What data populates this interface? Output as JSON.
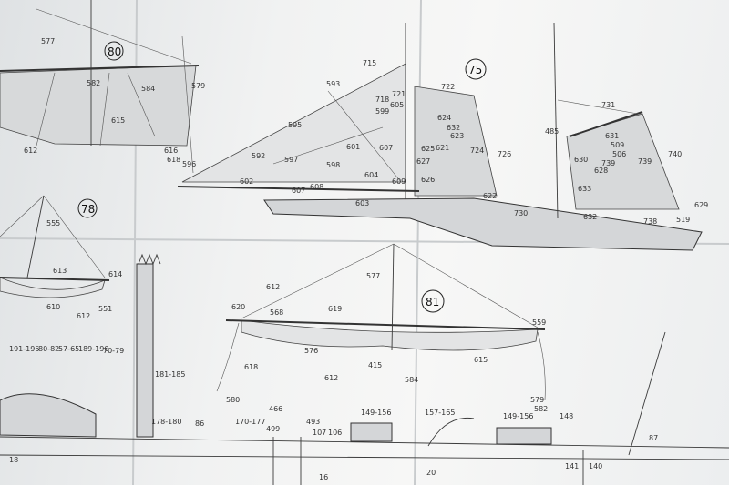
{
  "sheet": {
    "circled_markers": [
      "80",
      "75",
      "78",
      "81"
    ],
    "labels": {
      "l577a": "577",
      "l582": "582",
      "l584": "584",
      "l579": "579",
      "l615a": "615",
      "l616": "616",
      "l618": "618",
      "l612a": "612",
      "l715": "715",
      "l593": "593",
      "l718": "718",
      "l605": "605",
      "l721": "721",
      "l595": "595",
      "l599": "599",
      "l596": "596",
      "l597": "597",
      "l592": "592",
      "l601": "601",
      "l607": "607",
      "l598": "598",
      "l604": "604",
      "l602": "602",
      "l608": "608",
      "l607b": "607",
      "l603": "603",
      "l609": "609",
      "l626": "626",
      "l625": "625",
      "l627": "627",
      "l722": "722",
      "l624": "624",
      "l632a": "632",
      "l623": "623",
      "l621": "621",
      "l724": "724",
      "l726": "726",
      "l622": "622",
      "l730": "730",
      "l731": "731",
      "l485": "485",
      "l631": "631",
      "l509": "509",
      "l506": "506",
      "l739": "739",
      "l630": "630",
      "l628": "628",
      "l633": "633",
      "l740": "740",
      "l629": "629",
      "l632b": "632",
      "l738": "738",
      "l519": "519",
      "l555": "555",
      "l613": "613",
      "l614": "614",
      "l610": "610",
      "l612b": "612",
      "l551": "551",
      "l577b": "577",
      "l612c": "612",
      "l620": "620",
      "l568": "568",
      "l619": "619",
      "l576": "576",
      "l415": "415",
      "l612d": "612",
      "l584b": "584",
      "l615b": "615",
      "l618b": "618",
      "l580": "580",
      "l559": "559",
      "l579b": "579",
      "l582b": "582",
      "l191": "191-195",
      "l80": "80-82",
      "l57": "57-65",
      "l189": "189-190",
      "l70": "70-79",
      "l181": "181-185",
      "l178": "178-180",
      "l86": "86",
      "l170": "170-177",
      "l499": "499",
      "l466": "466",
      "l493": "493",
      "l107": "107",
      "l106": "106",
      "l149": "149-156",
      "l157": "157-165",
      "l149b": "149-156",
      "l148": "148",
      "l87": "87",
      "l18": "18",
      "l16": "16",
      "l20": "20",
      "l141": "141",
      "l140": "140"
    }
  }
}
